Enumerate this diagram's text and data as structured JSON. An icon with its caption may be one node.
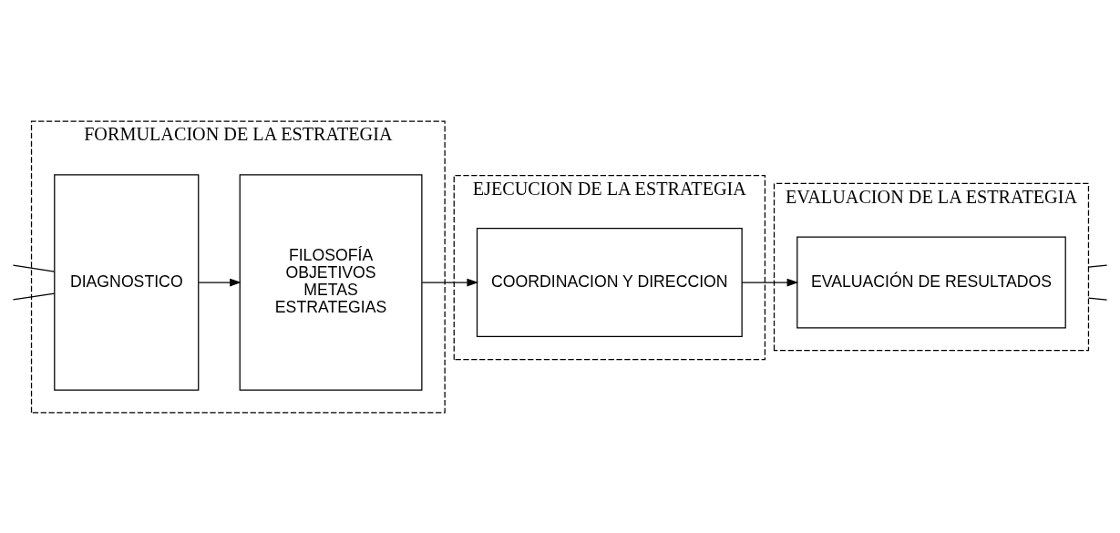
{
  "diagram": {
    "nodes": [
      {
        "text": [
          "FORMULACION DE LA ESTRATEGIA"
        ]
      },
      {
        "text": [
          "DIAGNOSTICO"
        ],
        "in": 0
      },
      {
        "text": [
          "FILOSOFÍA",
          "OBJETIVOS",
          "METAS",
          "ESTRATEGIAS"
        ],
        "in": 0
      },
      {
        "text": [
          "EJECUCION DE LA ESTRATEGIA"
        ]
      },
      {
        "text": [
          "COORDINACION Y DIRECCION"
        ],
        "in": 3
      },
      {
        "text": [
          "EVALUACION DE LA ESTRATEGIA"
        ]
      },
      {
        "text": [
          "EVALUACIÓN DE RESULTADOS"
        ],
        "in": 5
      }
    ],
    "edges": [
      {
        "from": null,
        "to": 1,
        "arrow": "none"
      },
      {
        "from": null,
        "to": 1,
        "arrow": "none"
      },
      {
        "from": 1,
        "to": 2,
        "arrow": "to"
      },
      {
        "from": 2,
        "to": 4,
        "arrow": "to"
      },
      {
        "from": 4,
        "to": 6,
        "arrow": "to"
      },
      {
        "from": 5,
        "to": null,
        "arrow": "none"
      },
      {
        "from": 5,
        "to": null,
        "arrow": "none"
      }
    ]
  }
}
